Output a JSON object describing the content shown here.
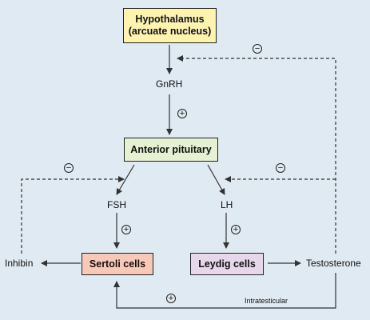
{
  "nodes": {
    "hypothalamus": {
      "line1": "Hypothalamus",
      "line2": "(arcuate nucleus)",
      "fill": "#fff3b0"
    },
    "pituitary": {
      "label": "Anterior pituitary",
      "fill": "#e6f0d2"
    },
    "sertoli": {
      "label": "Sertoli cells",
      "fill": "#f8c9b8"
    },
    "leydig": {
      "label": "Leydig cells",
      "fill": "#e6d7ea"
    }
  },
  "labels": {
    "gnrh": "GnRH",
    "fsh": "FSH",
    "lh": "LH",
    "inhibin": "Inhibin",
    "testosterone": "Testosterone",
    "intratesticular": "Intratesticular"
  },
  "signs": {
    "plus": "+",
    "minus": "−"
  },
  "colors": {
    "background": "#dfeaf2",
    "line": "#333333"
  }
}
